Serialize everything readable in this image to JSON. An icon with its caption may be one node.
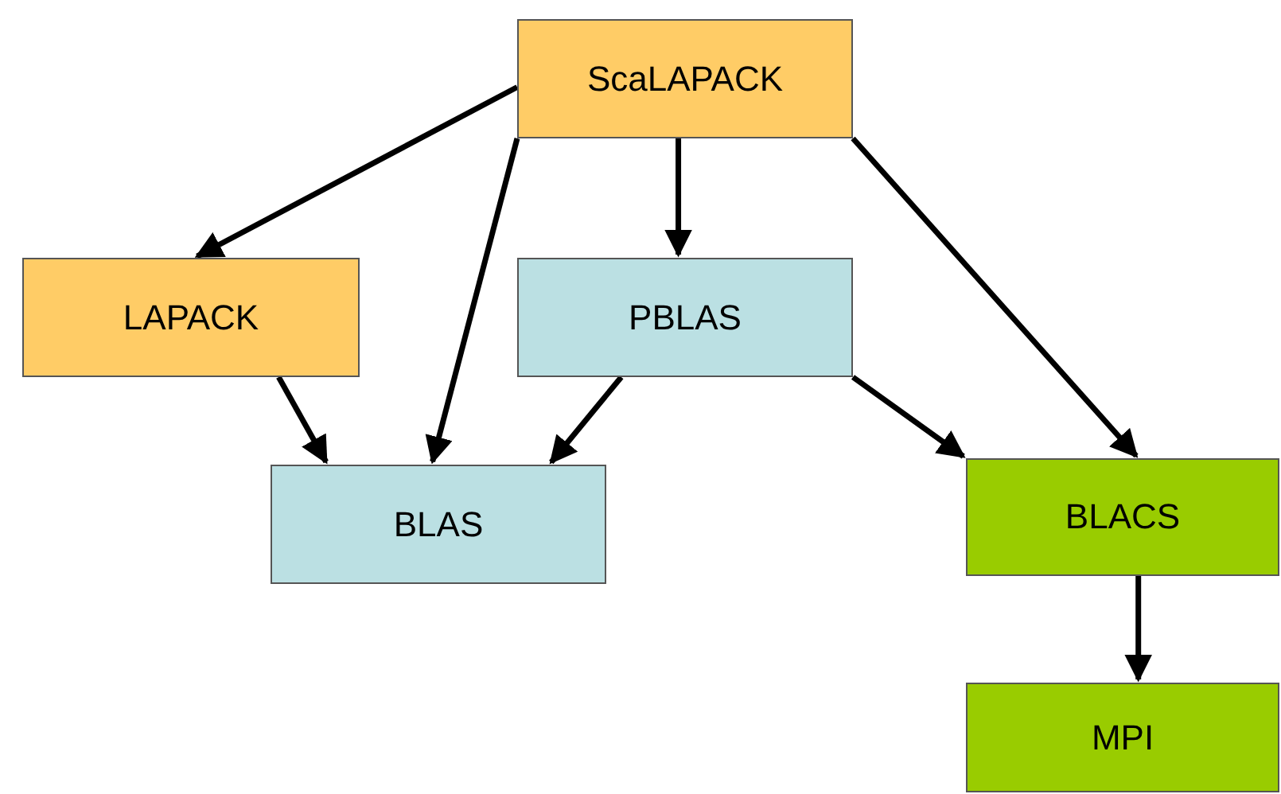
{
  "diagram": {
    "nodes": [
      {
        "text": [
          "ScaLAPACK"
        ]
      },
      {
        "text": [
          "LAPACK"
        ]
      },
      {
        "text": [
          "PBLAS"
        ]
      },
      {
        "text": [
          "BLAS"
        ]
      },
      {
        "text": [
          "BLACS"
        ]
      },
      {
        "text": [
          "MPI"
        ]
      }
    ],
    "edges": [
      {
        "from": 0,
        "to": 1,
        "arrow": "to"
      },
      {
        "from": 0,
        "to": 3,
        "arrow": "to"
      },
      {
        "from": 0,
        "to": 2,
        "arrow": "to"
      },
      {
        "from": 0,
        "to": 4,
        "arrow": "to"
      },
      {
        "from": 1,
        "to": 3,
        "arrow": "to"
      },
      {
        "from": 2,
        "to": 3,
        "arrow": "to"
      },
      {
        "from": 2,
        "to": 4,
        "arrow": "to"
      },
      {
        "from": 4,
        "to": 5,
        "arrow": "to"
      }
    ]
  }
}
